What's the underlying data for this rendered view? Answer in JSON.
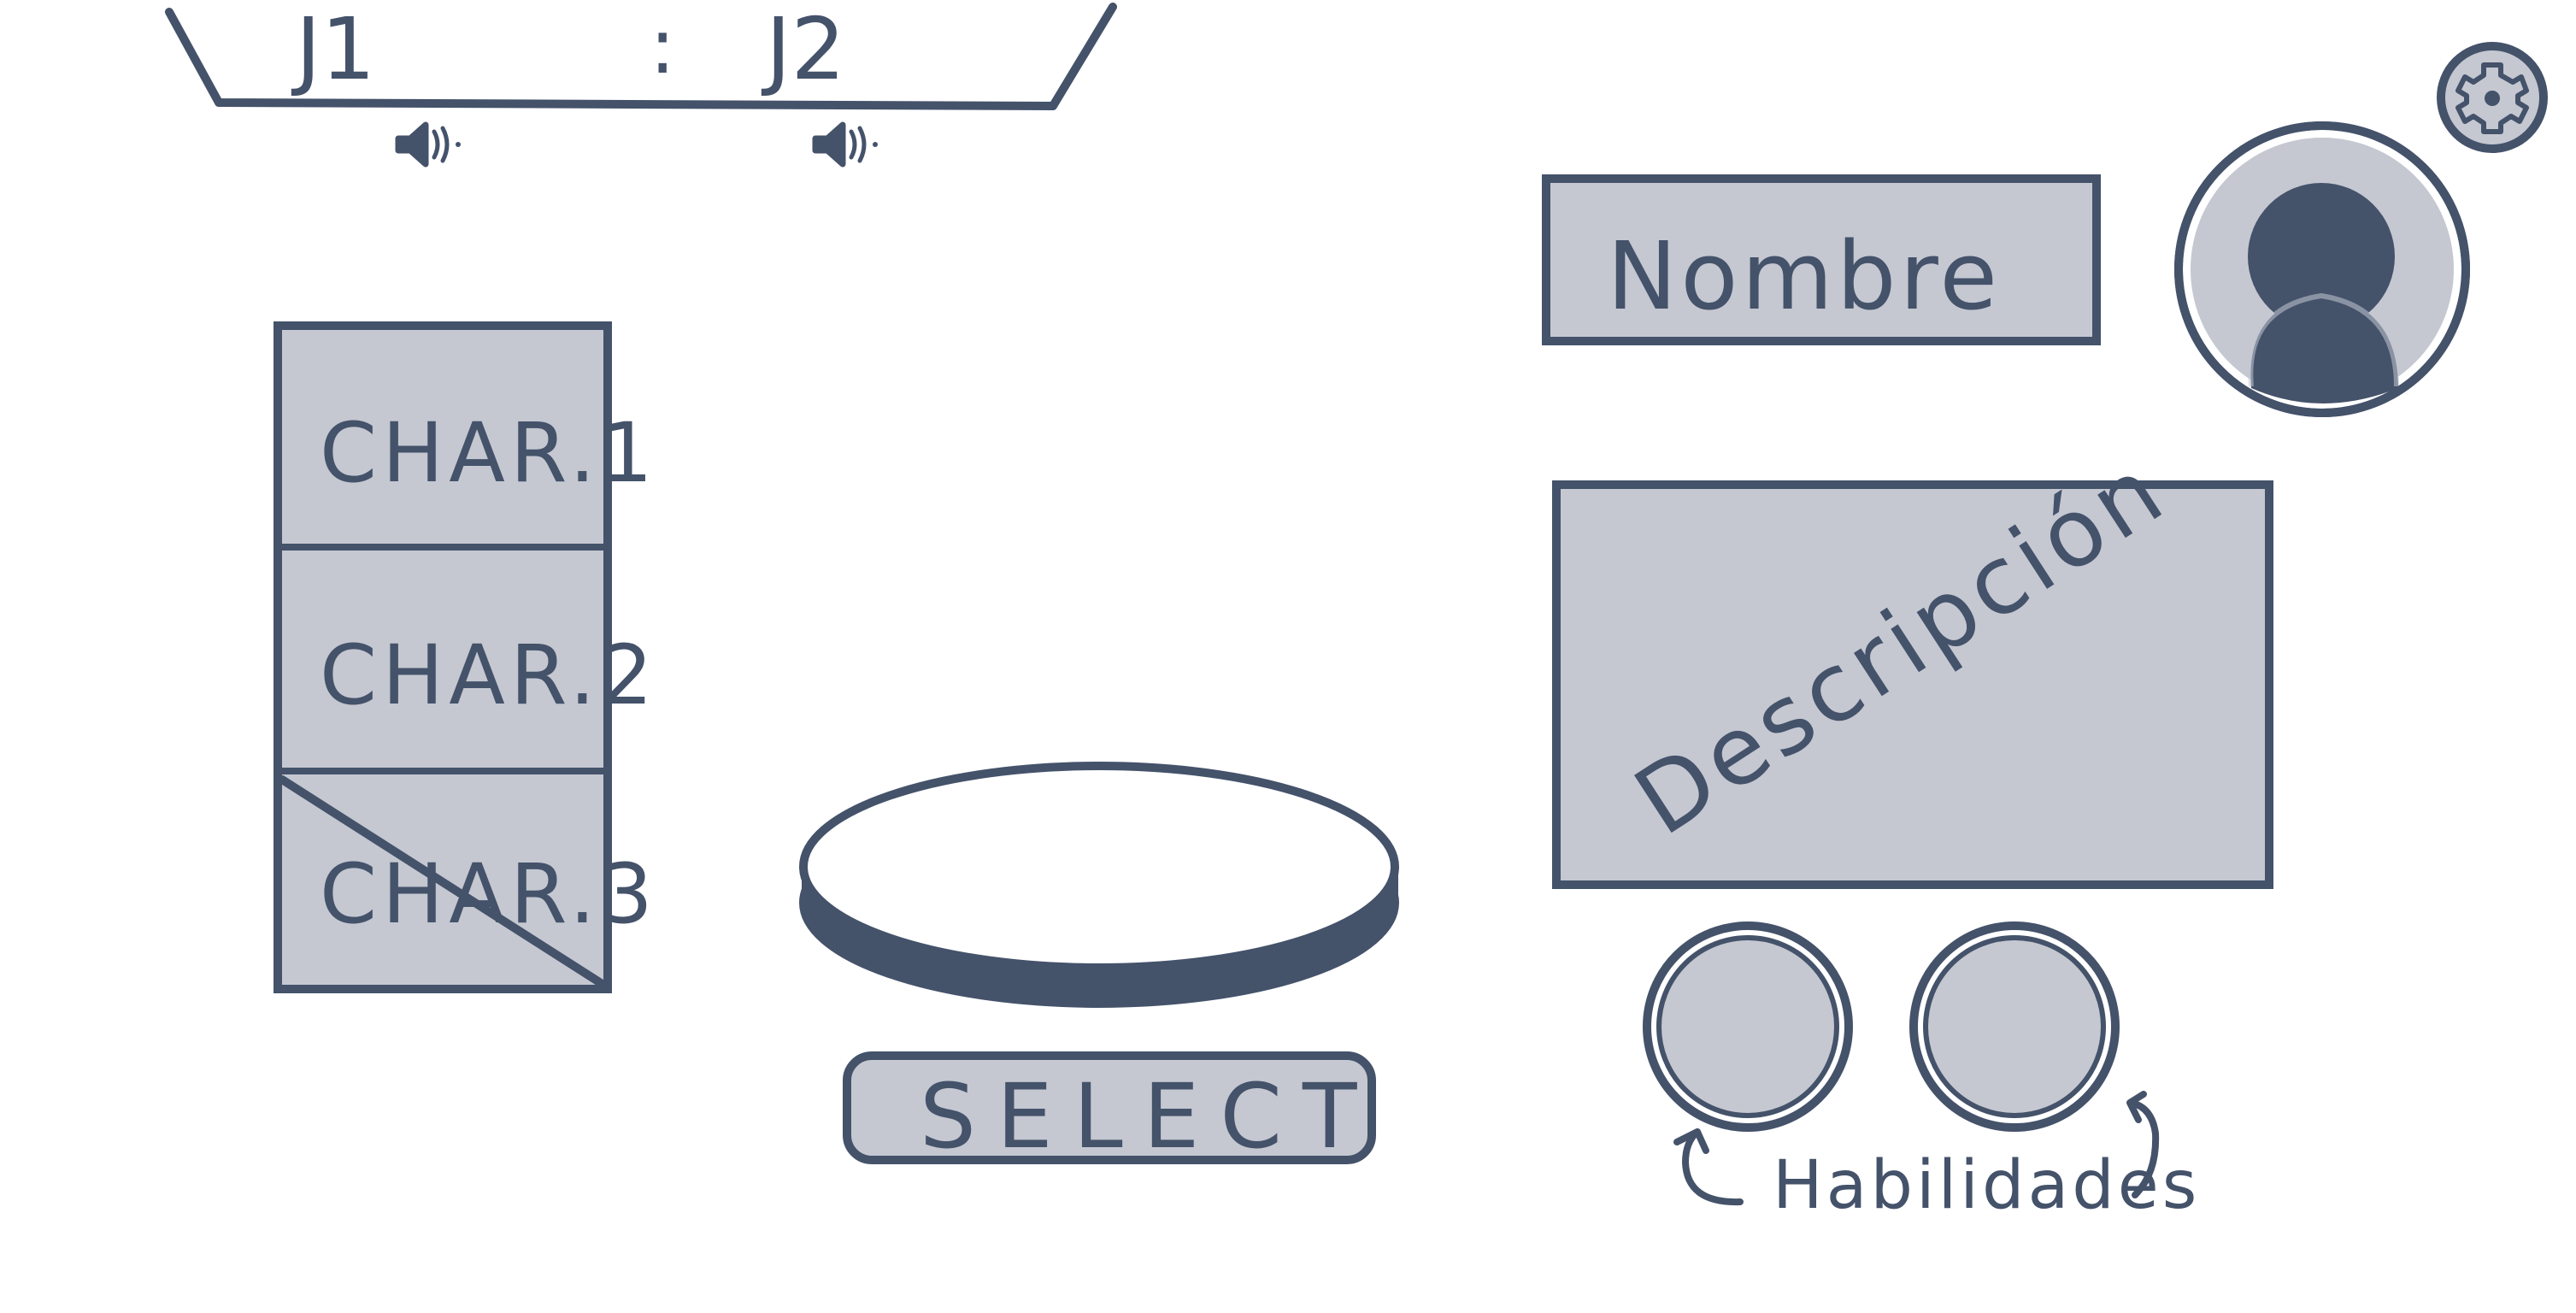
{
  "colors": {
    "ink": "#44526a",
    "panel": "#c5c8d1",
    "background": "#ffffff"
  },
  "header": {
    "player1_label": "J1",
    "separator": ":",
    "player2_label": "J2",
    "player1_icon": "speaker-icon",
    "player2_icon": "speaker-icon"
  },
  "settings": {
    "icon": "gear-icon"
  },
  "character_list": {
    "items": [
      {
        "label": "CHAR.1",
        "disabled": false
      },
      {
        "label": "CHAR.2",
        "disabled": false
      },
      {
        "label": "CHAR.3",
        "disabled": true
      }
    ]
  },
  "stage": {
    "select_label": "SELECT"
  },
  "detail": {
    "name_label": "Nombre",
    "description_label": "Descripción",
    "portrait_icon": "user-icon",
    "abilities_label": "Habilidades",
    "abilities": [
      {
        "icon": "ability-icon"
      },
      {
        "icon": "ability-icon"
      }
    ]
  }
}
